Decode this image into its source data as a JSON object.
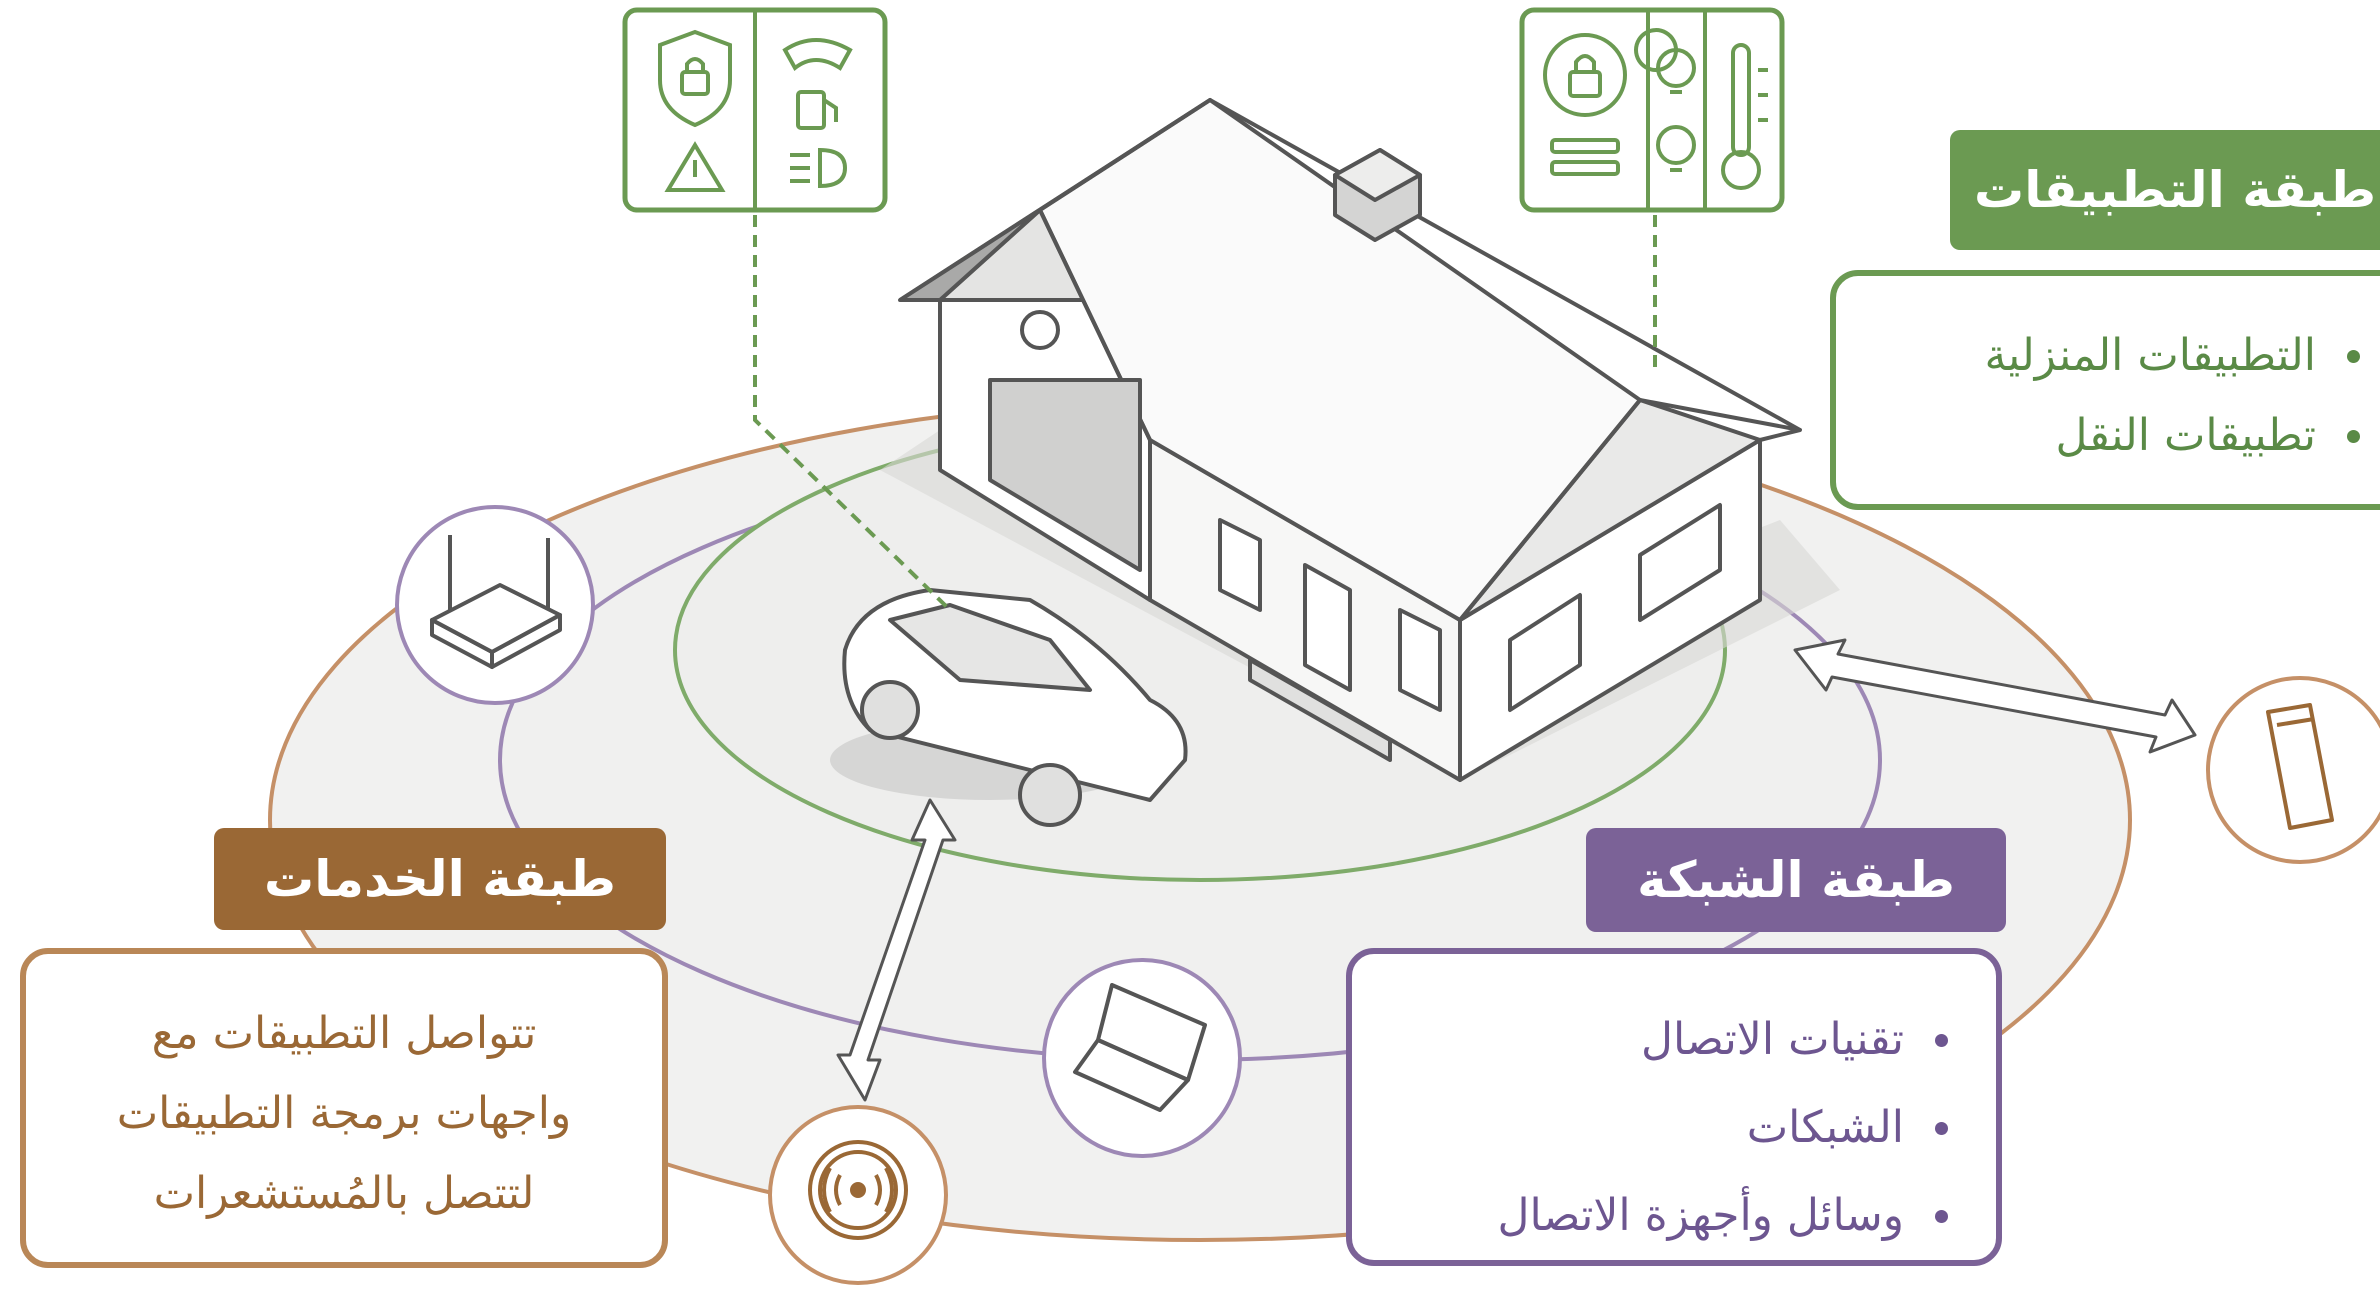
{
  "layers": {
    "applications": {
      "title": "طبقة التطبيقات",
      "items": [
        "التطبيقات المنزلية",
        "تطبيقات النقل"
      ],
      "color": "#6b9a52"
    },
    "network": {
      "title": "طبقة الشبكة",
      "items": [
        "تقنيات الاتصال",
        "الشبكات",
        "وسائل وأجهزة الاتصال"
      ],
      "color": "#7b6297"
    },
    "services": {
      "title": "طبقة الخدمات",
      "lines": [
        "تتواصل التطبيقات مع",
        "واجهات برمجة التطبيقات",
        "لتتصل بالمُستشعرات"
      ],
      "color": "#9a6835"
    }
  },
  "device_icons": [
    "router-icon",
    "laptop-icon",
    "sensor-icon",
    "smartphone-icon"
  ],
  "panel_icons": {
    "car_panel": [
      "shield-lock-icon",
      "warning-icon",
      "wiper-icon",
      "fuel-icon",
      "headlight-icon"
    ],
    "home_panel": [
      "lock-icon",
      "menu-lines-icon",
      "bulb-icon",
      "bulb-icon",
      "thermometer-icon"
    ]
  }
}
